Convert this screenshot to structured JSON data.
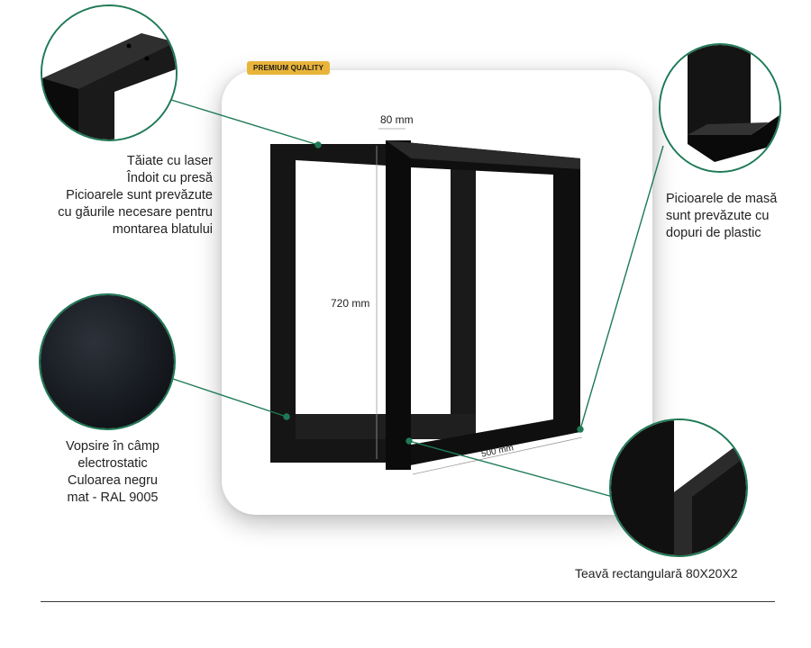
{
  "badge": "PREMIUM QUALITY",
  "dimensions": {
    "width_top": "80 mm",
    "height": "720 mm",
    "depth": "500 mm"
  },
  "features": {
    "laser": [
      "Tăiate cu laser",
      "Îndoit cu presă",
      "Picioarele sunt prevăzute",
      "cu găurile necesare pentru",
      "montarea blatului"
    ],
    "paint": [
      "Vopsire în câmp",
      "electrostatic",
      "Culoarea negru",
      "mat - RAL 9005"
    ],
    "caps": [
      "Picioarele de masă",
      "sunt prevăzute cu",
      "dopuri de plastic"
    ],
    "tube": "Teavă rectangulară 80X20X2"
  },
  "colors": {
    "accent": "#1e7a55",
    "badge": "#e8b43a",
    "metal": "#111111"
  }
}
